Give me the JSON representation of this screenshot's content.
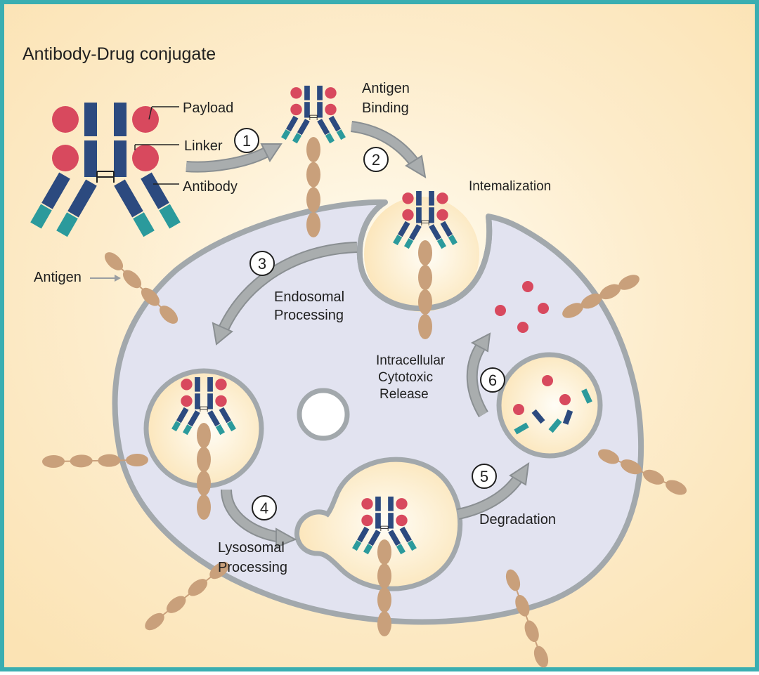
{
  "title": "Antibody-Drug conjugate",
  "labels": {
    "payload": "Payload",
    "linker": "Linker",
    "antibody": "Antibody",
    "antigen": "Antigen",
    "antigen_binding_1": "Antigen",
    "antigen_binding_2": "Binding",
    "internalization": "Intemalization",
    "endosomal_1": "Endosomal",
    "endosomal_2": "Processing",
    "lysosomal_1": "Lysosomal",
    "lysosomal_2": "Processing",
    "degradation": "Degradation",
    "release_1": "Intracellular",
    "release_2": "Cytotoxic",
    "release_3": "Release"
  },
  "steps": [
    "1",
    "2",
    "3",
    "4",
    "5",
    "6"
  ],
  "colors": {
    "frame": "#3aaeb1",
    "background": "#fbe3b4",
    "cell": "#e2e3f0",
    "membrane": "#a2a8ac",
    "vesicle": "#fbe6bb",
    "payload": "#d8495e",
    "antibody_heavy": "#2c4a7f",
    "antibody_light": "#2b9a9c",
    "antigen": "#c9a07b",
    "arrow": "#a9adae"
  }
}
